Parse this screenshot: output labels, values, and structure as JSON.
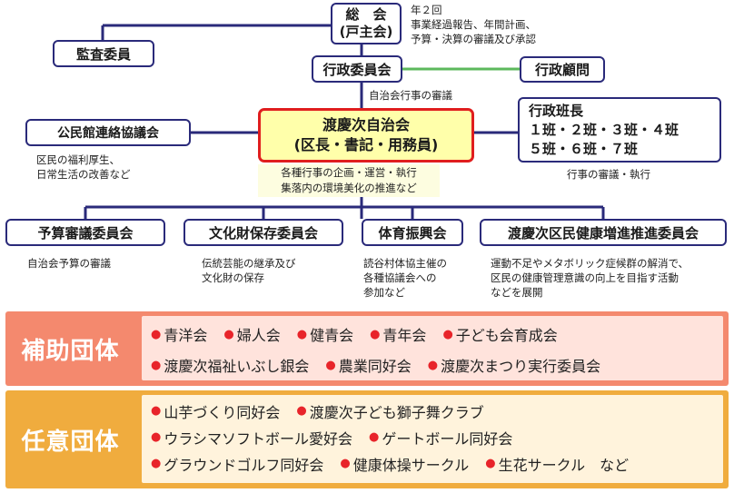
{
  "assembly": {
    "title": "総　会",
    "subtitle": "(戸主会)"
  },
  "assembly_note": [
    "年２回",
    "事業経過報告、年間計画、",
    "予算・決算の審議及び承認"
  ],
  "auditor": "監査委員",
  "admin_committee": "行政委員会",
  "admin_committee_note": "自治会行事の審議",
  "admin_advisor": "行政顧問",
  "main": {
    "title": "渡慶次自治会",
    "subtitle": "(区長・書記・用務員)"
  },
  "main_note": [
    "各種行事の企画・運営・執行",
    "集落内の環境美化の推進など"
  ],
  "kominkan": "公民館連絡協議会",
  "kominkan_note": [
    "区民の福利厚生、",
    "日常生活の改善など"
  ],
  "group_leaders": {
    "title": "行政班長",
    "line1": "１班・２班・３班・４班",
    "line2": "５班・６班・７班"
  },
  "group_leaders_note": "行事の審議・執行",
  "committees": [
    {
      "name": "予算審議委員会",
      "note": [
        "自治会予算の審議"
      ]
    },
    {
      "name": "文化財保存委員会",
      "note": [
        "伝統芸能の継承及び",
        "文化財の保存"
      ]
    },
    {
      "name": "体育振興会",
      "note": [
        "読谷村体協主催の",
        "各種協議会への",
        "参加など"
      ]
    },
    {
      "name": "渡慶次区民健康増進推進委員会",
      "note": [
        "運動不足やメタボリック症候群の解消で、",
        "区民の健康管理意識の向上を目指す活動",
        "などを展開"
      ]
    }
  ],
  "auxiliary": {
    "title": "補助団体",
    "rows": [
      [
        "青洋会",
        "婦人会",
        "健青会",
        "青年会",
        "子ども会育成会"
      ],
      [
        "渡慶次福祉いぶし銀会",
        "農業同好会",
        "渡慶次まつり実行委員会"
      ]
    ]
  },
  "voluntary": {
    "title": "任意団体",
    "rows": [
      [
        "山芋づくり同好会",
        "渡慶次子ども獅子舞クラブ"
      ],
      [
        "ウラシマソフトボール愛好会",
        "ゲートボール同好会"
      ],
      [
        "グラウンドゴルフ同好会",
        "健康体操サークル",
        "生花サークル　など"
      ]
    ]
  },
  "colors": {
    "line": "#2a2a7a",
    "advisor_line": "#5cb85c",
    "main_border": "#e01e1e",
    "main_fill": "#ffffaa",
    "auxiliary_panel": "#f4896e",
    "voluntary_panel": "#f0ac3e",
    "bullet": "#e8242a"
  }
}
